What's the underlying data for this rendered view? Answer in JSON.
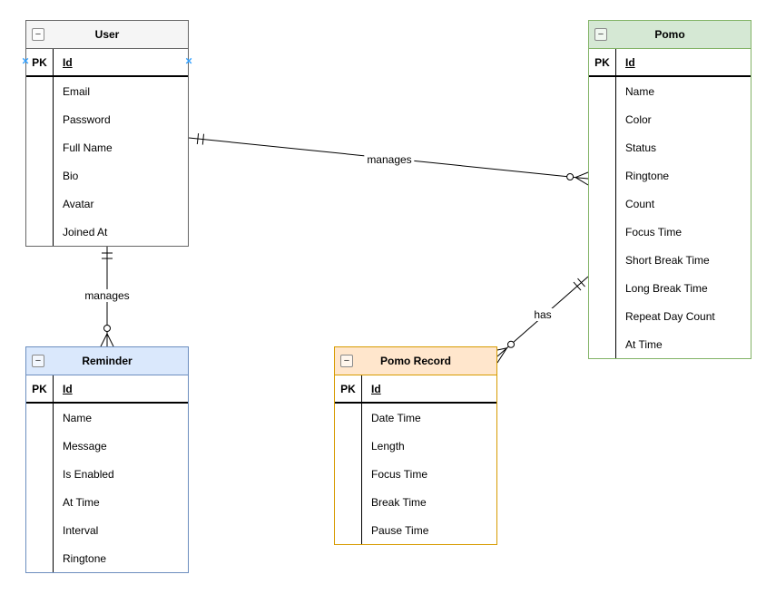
{
  "diagram": {
    "icons": {
      "collapse": "−",
      "connection_point": "×"
    },
    "edge_color": "#000000",
    "entities": {
      "user": {
        "title": "User",
        "pk_label": "PK",
        "pk_field": "Id",
        "fields": [
          "Email",
          "Password",
          "Full Name",
          "Bio",
          "Avatar",
          "Joined At"
        ],
        "colors": {
          "header_bg": "#f5f5f5",
          "border": "#666666"
        }
      },
      "pomo": {
        "title": "Pomo",
        "pk_label": "PK",
        "pk_field": "Id",
        "fields": [
          "Name",
          "Color",
          "Status",
          "Ringtone",
          "Count",
          "Focus Time",
          "Short Break Time",
          "Long Break Time",
          "Repeat Day Count",
          "At Time"
        ],
        "colors": {
          "header_bg": "#d5e8d4",
          "border": "#82b366"
        }
      },
      "reminder": {
        "title": "Reminder",
        "pk_label": "PK",
        "pk_field": "Id",
        "fields": [
          "Name",
          "Message",
          "Is Enabled",
          "At Time",
          "Interval",
          "Ringtone"
        ],
        "colors": {
          "header_bg": "#dae8fc",
          "border": "#6c8ebf"
        }
      },
      "pomo_record": {
        "title": "Pomo Record",
        "pk_label": "PK",
        "pk_field": "Id",
        "fields": [
          "Date Time",
          "Length",
          "Focus Time",
          "Break Time",
          "Pause Time"
        ],
        "colors": {
          "header_bg": "#ffe6cc",
          "border": "#d79b00"
        }
      }
    },
    "relationships": [
      {
        "label": "manages",
        "from": "User",
        "to": "Pomo"
      },
      {
        "label": "manages",
        "from": "User",
        "to": "Reminder"
      },
      {
        "label": "has",
        "from": "Pomo",
        "to": "Pomo Record"
      }
    ]
  }
}
